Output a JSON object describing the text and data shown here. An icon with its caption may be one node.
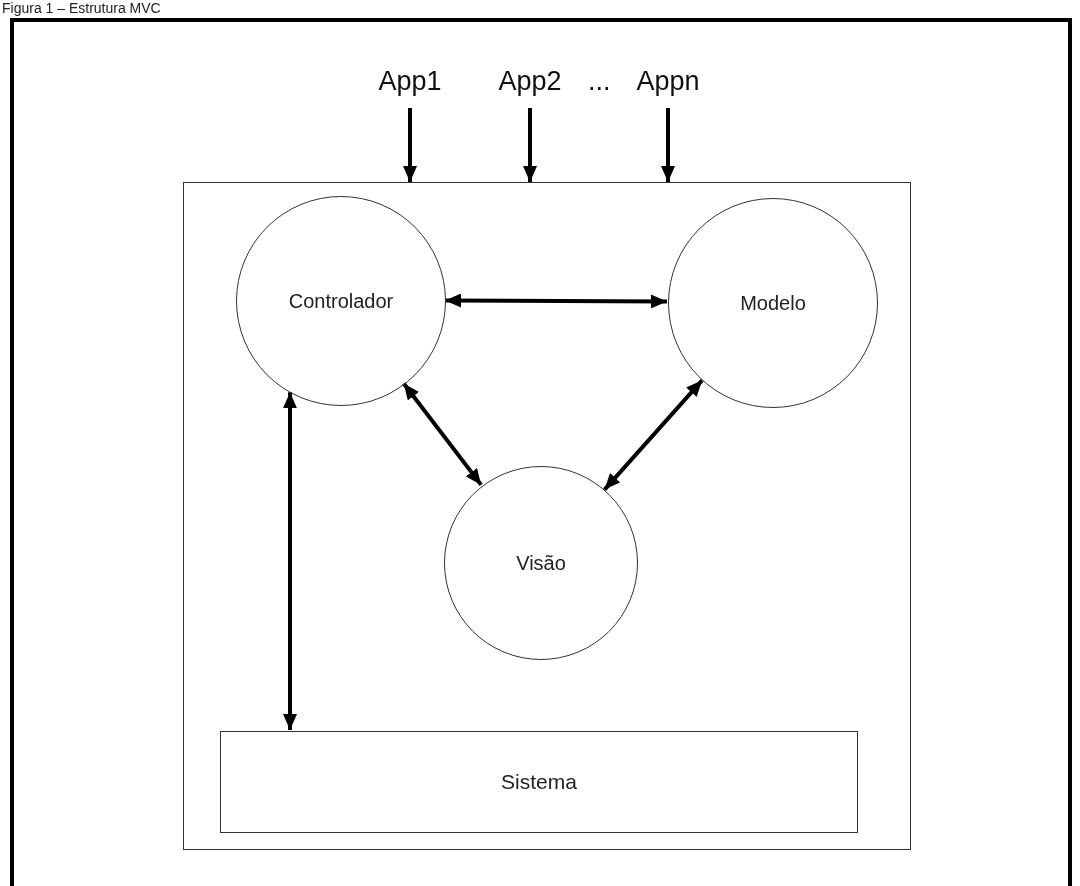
{
  "diagram": {
    "title": "Figura 1 – Estrutura MVC",
    "nodes": [
      {
        "text": [
          "App1"
        ]
      },
      {
        "text": [
          "App2"
        ]
      },
      {
        "text": [
          "Appn"
        ]
      },
      {
        "text": [],
        "shape": "box"
      },
      {
        "text": [
          "Controlador"
        ],
        "in": 3
      },
      {
        "text": [
          "Modelo"
        ],
        "in": 3
      },
      {
        "text": [
          "Visão"
        ],
        "in": 3
      },
      {
        "text": [
          "Sistema"
        ],
        "in": 3
      }
    ],
    "edges": [
      {
        "from": 0,
        "to": 3,
        "arrow": "to"
      },
      {
        "from": 1,
        "to": 3,
        "arrow": "to"
      },
      {
        "from": 2,
        "to": 3,
        "arrow": "to"
      },
      {
        "from": 4,
        "to": 5,
        "arrow": "both"
      },
      {
        "from": 4,
        "to": 6,
        "arrow": "both"
      },
      {
        "from": 5,
        "to": 6,
        "arrow": "both"
      },
      {
        "from": 4,
        "to": 7,
        "arrow": "both"
      }
    ],
    "labels": [
      "..."
    ]
  }
}
